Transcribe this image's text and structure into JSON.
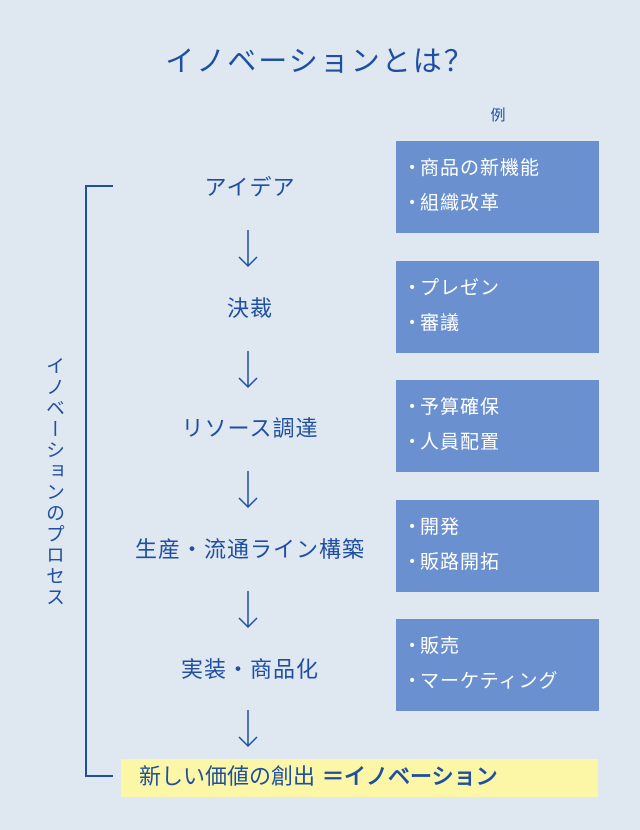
{
  "title": "イノベーションとは？",
  "example_label": "例",
  "process_label": "イノベーションのプロセス",
  "steps": [
    {
      "label": "アイデア",
      "examples": [
        "商品の新機能",
        "組織改革"
      ]
    },
    {
      "label": "決裁",
      "examples": [
        "プレゼン",
        "審議"
      ]
    },
    {
      "label": "リソース調達",
      "examples": [
        "予算確保",
        "人員配置"
      ]
    },
    {
      "label": "生産・流通ライン構築",
      "examples": [
        "開発",
        "販路開拓"
      ]
    },
    {
      "label": "実装・商品化",
      "examples": [
        "販売",
        "マーケティング"
      ]
    }
  ],
  "result": {
    "text": "新しい価値の創出",
    "equals": "＝イノベーション"
  },
  "colors": {
    "background": "#dfe7f1",
    "text": "#1f4fa0",
    "box": "#6b90cf",
    "highlight": "#fbf7a6"
  }
}
